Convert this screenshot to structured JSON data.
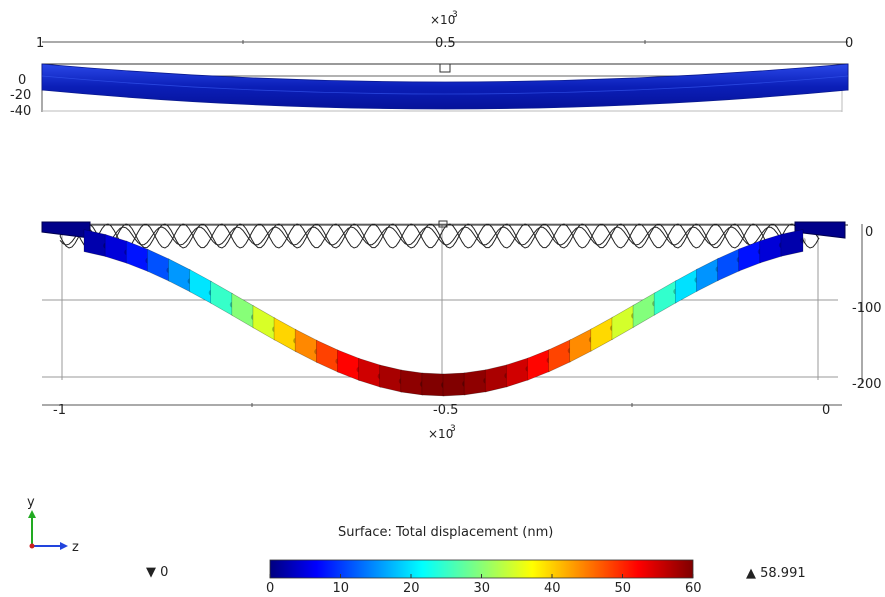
{
  "top_view": {
    "x_ticks": [
      "1",
      "0.5",
      "0"
    ],
    "y_ticks": [
      "0",
      "-20",
      "-40"
    ],
    "multiplier": "×10",
    "multiplier_exp": "3"
  },
  "bottom_view": {
    "x_ticks": [
      "-1",
      "-0.5",
      "0"
    ],
    "y_ticks": [
      "0",
      "-100",
      "-200"
    ],
    "multiplier": "×10",
    "multiplier_exp": "3"
  },
  "axis_triad": {
    "y": "y",
    "z": "z",
    "y_color": "#22aa22",
    "z_color": "#2244dd"
  },
  "legend": {
    "caption": "Surface: Total displacement (nm)",
    "min_label": "▼ 0",
    "max_label": "▲ 58.991",
    "ticks": [
      "0",
      "10",
      "20",
      "30",
      "40",
      "50",
      "60"
    ],
    "colormap": [
      "#00007f",
      "#0000ff",
      "#00ffff",
      "#ffff00",
      "#ff0000",
      "#7f0000"
    ]
  },
  "colors": {
    "top_beam": "#1428c8",
    "axis": "#555555",
    "grid": "#999999"
  }
}
